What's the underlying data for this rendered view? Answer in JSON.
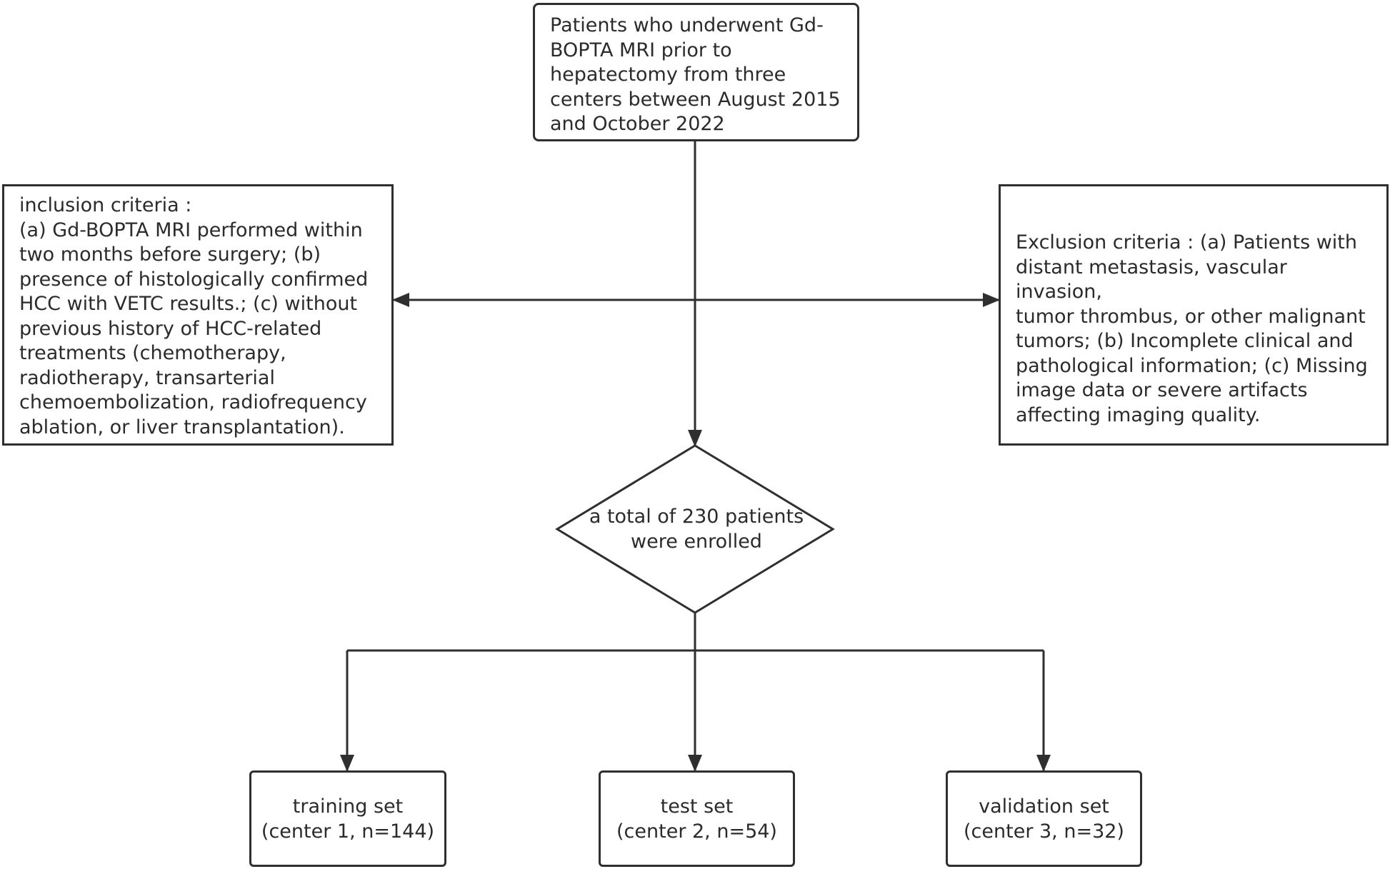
{
  "nodes": {
    "source": {
      "text": "Patients who underwent Gd-BOPTA MRI prior to hepatectomy from three centers between August 2015 and October 2022",
      "lines": [
        "Patients who underwent Gd-",
        "BOPTA MRI prior to",
        "hepatectomy from three",
        "centers between August 2015",
        "and October 2022"
      ]
    },
    "inclusion": {
      "lines": [
        "inclusion criteria :",
        "(a) Gd-BOPTA MRI performed within",
        "two months before surgery; (b)",
        "presence of histologically confirmed",
        "HCC with VETC results.; (c) without",
        "previous history of HCC-related",
        "treatments (chemotherapy,",
        "radiotherapy, transarterial",
        "chemoembolization, radiofrequency",
        "ablation, or liver transplantation)."
      ]
    },
    "exclusion": {
      "lines": [
        "Exclusion criteria : (a) Patients with",
        "distant metastasis, vascular invasion,",
        "tumor thrombus, or other malignant",
        "tumors; (b) Incomplete clinical and",
        "pathological information; (c) Missing",
        "image data or severe artifacts",
        "affecting imaging quality."
      ]
    },
    "enrolled": {
      "lines": [
        "a total of 230 patients",
        "were enrolled"
      ]
    },
    "training": {
      "title": "training set",
      "detail": "(center 1, n=144)"
    },
    "test": {
      "title": "test set",
      "detail": "(center 2, n=54)"
    },
    "validation": {
      "title": "validation set",
      "detail": "(center 3, n=32)"
    }
  },
  "colors": {
    "stroke": "#2f2f2f",
    "text": "#2b2b2b",
    "background": "#ffffff"
  }
}
